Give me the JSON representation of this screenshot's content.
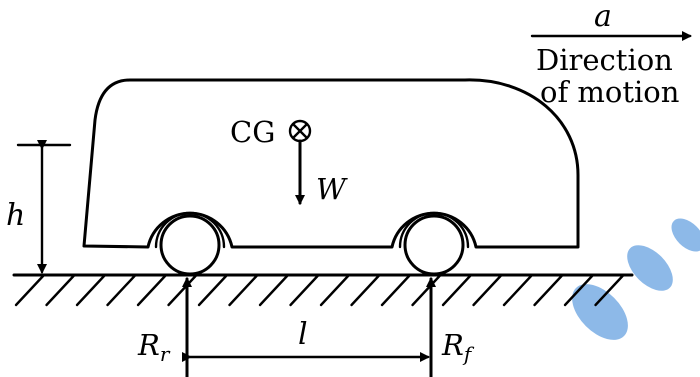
{
  "labels": {
    "acceleration": "a",
    "direction_line1": "Direction",
    "direction_line2": "of motion",
    "cg": "CG",
    "weight": "W",
    "height": "h",
    "wheelbase": "l",
    "rear_reaction_main": "R",
    "rear_reaction_sub": "r",
    "front_reaction_main": "R",
    "front_reaction_sub": "f"
  },
  "colors": {
    "line": "#000000",
    "watermark": "#2f7fd6"
  }
}
